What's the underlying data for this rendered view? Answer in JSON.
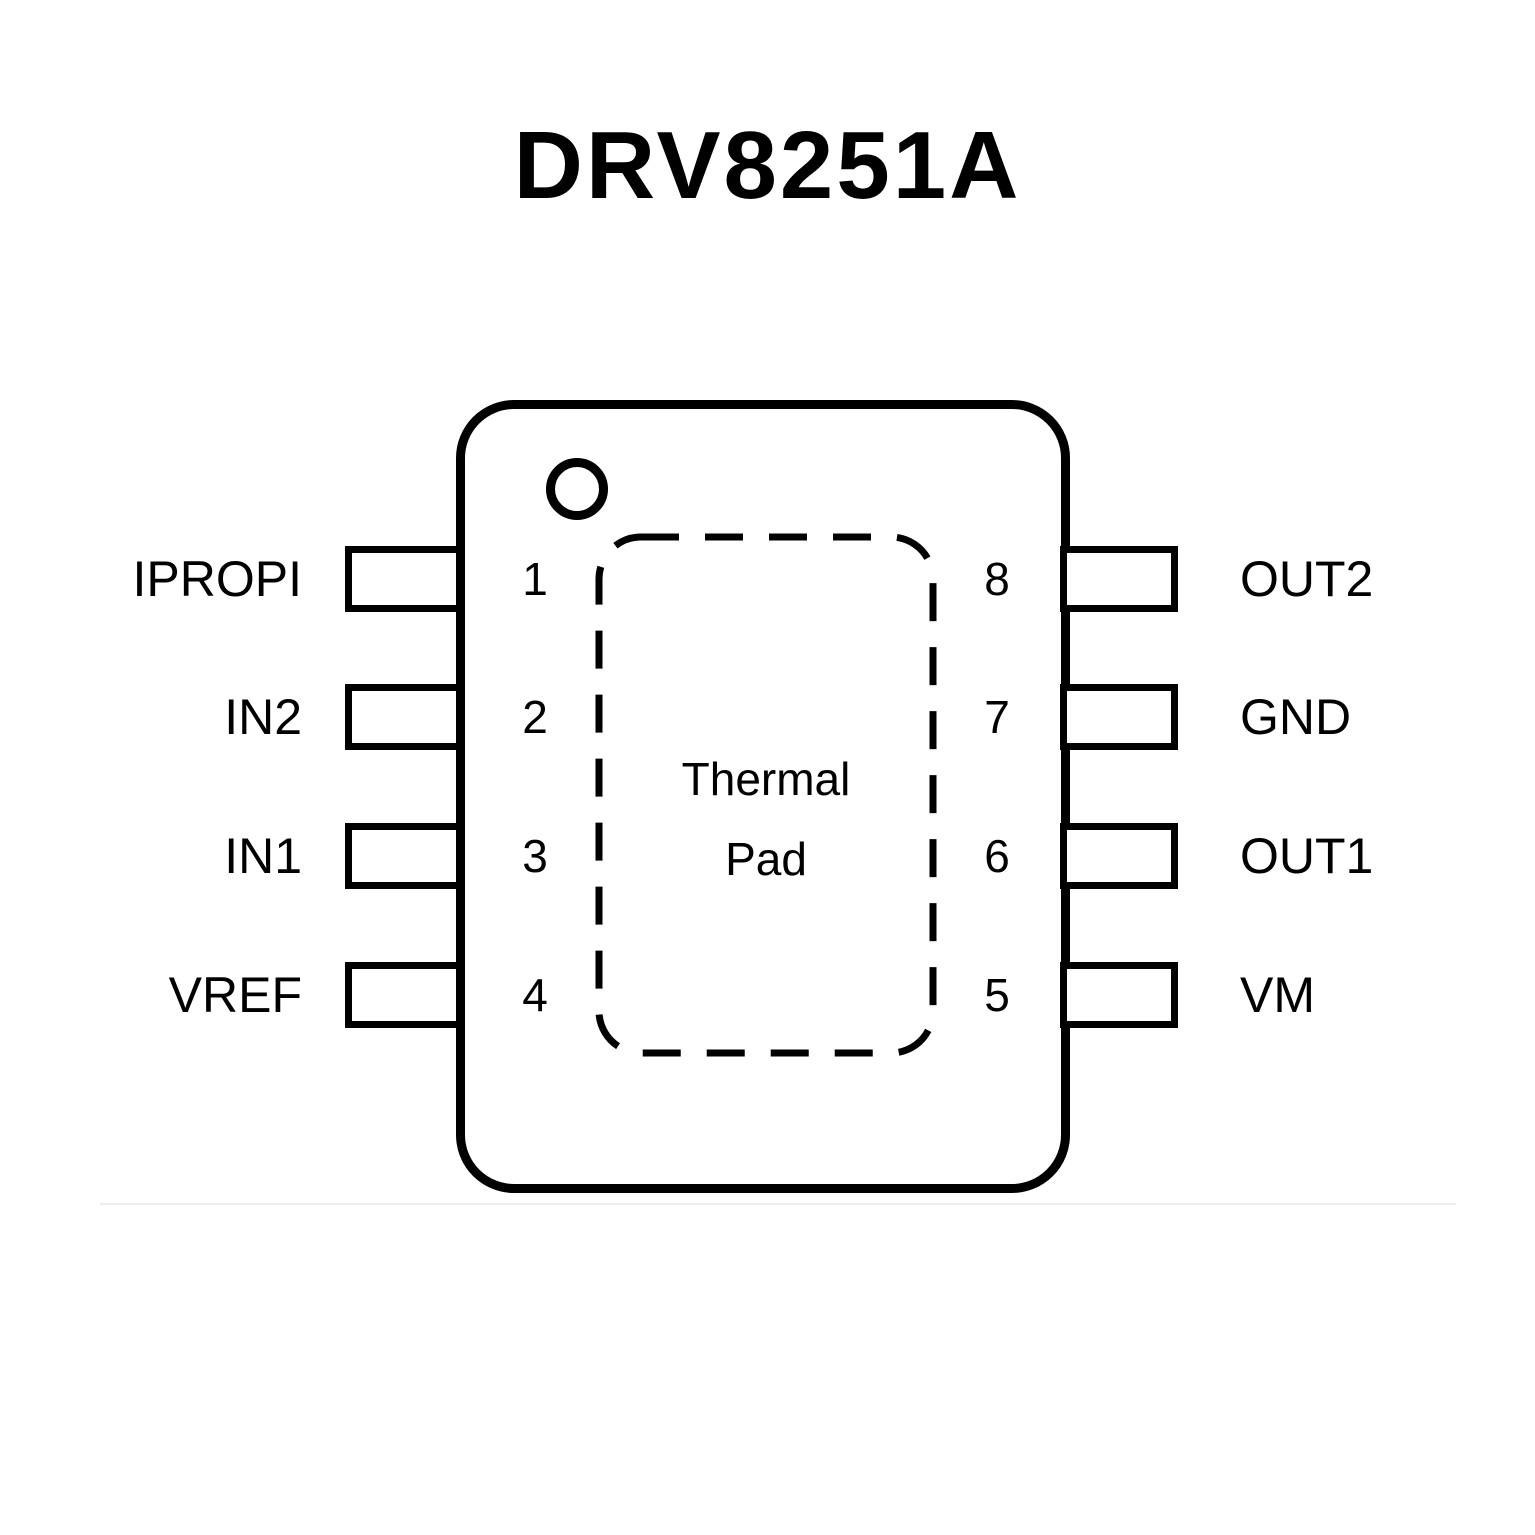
{
  "title": "DRV8251A",
  "package": {
    "thermal_pad_line1": "Thermal",
    "thermal_pad_line2": "Pad"
  },
  "pins": {
    "left": [
      {
        "number": "1",
        "label": "IPROPI"
      },
      {
        "number": "2",
        "label": "IN2"
      },
      {
        "number": "3",
        "label": "IN1"
      },
      {
        "number": "4",
        "label": "VREF"
      }
    ],
    "right": [
      {
        "number": "8",
        "label": "OUT2"
      },
      {
        "number": "7",
        "label": "GND"
      },
      {
        "number": "6",
        "label": "OUT1"
      },
      {
        "number": "5",
        "label": "VM"
      }
    ]
  },
  "colors": {
    "outline": "#000000",
    "background": "#ffffff",
    "divider": "#ececec"
  }
}
